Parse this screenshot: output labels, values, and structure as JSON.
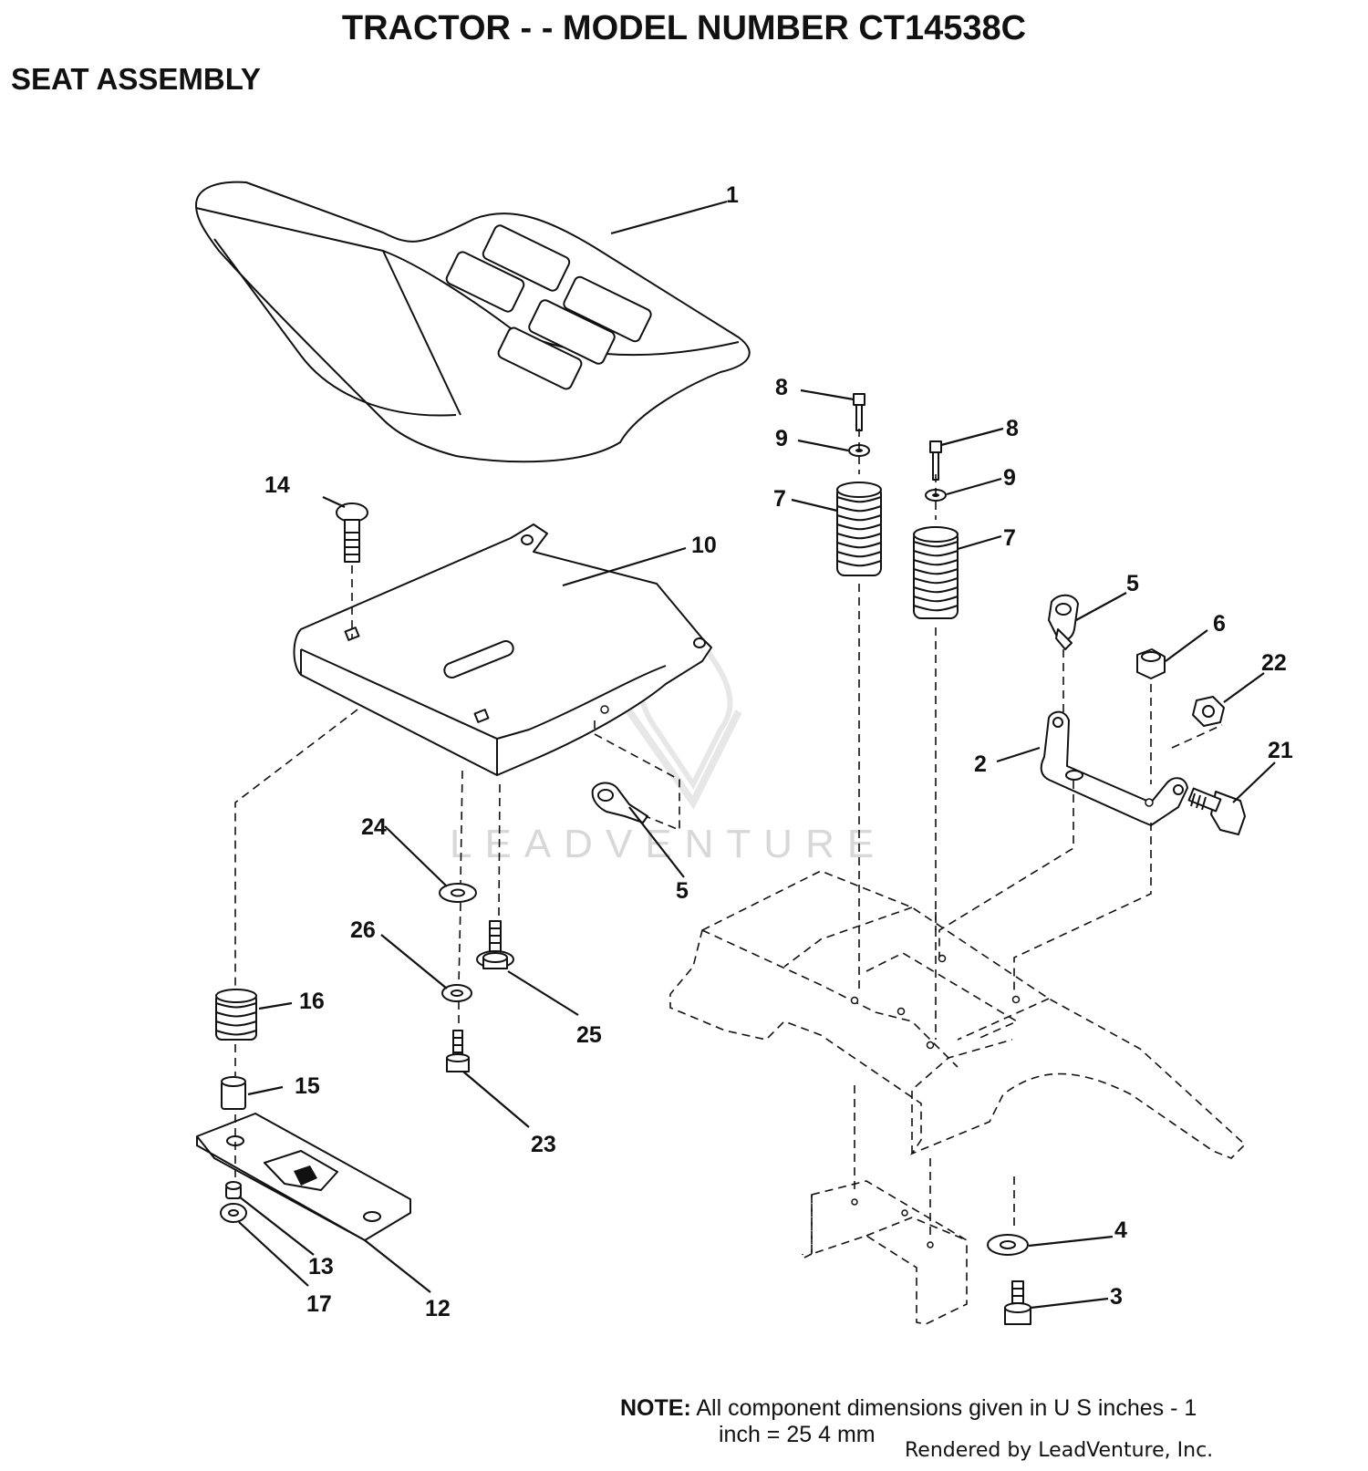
{
  "header": {
    "title": "TRACTOR - - MODEL NUMBER CT14538C",
    "section": "SEAT ASSEMBLY"
  },
  "callouts": {
    "c1": "1",
    "c2": "2",
    "c3": "3",
    "c4": "4",
    "c5a": "5",
    "c5b": "5",
    "c6": "6",
    "c7a": "7",
    "c7b": "7",
    "c8a": "8",
    "c8b": "8",
    "c9a": "9",
    "c9b": "9",
    "c10": "10",
    "c12": "12",
    "c13": "13",
    "c14": "14",
    "c15": "15",
    "c16": "16",
    "c17": "17",
    "c21": "21",
    "c22": "22",
    "c23": "23",
    "c24": "24",
    "c25": "25",
    "c26": "26"
  },
  "watermark": "LEADVENTURE",
  "footer": {
    "note_label": "NOTE:",
    "note_line1": "All component dimensions given in U S  inches - 1",
    "note_line2": "inch = 25 4 mm",
    "rendered_by": "Rendered by LeadVenture, Inc."
  }
}
